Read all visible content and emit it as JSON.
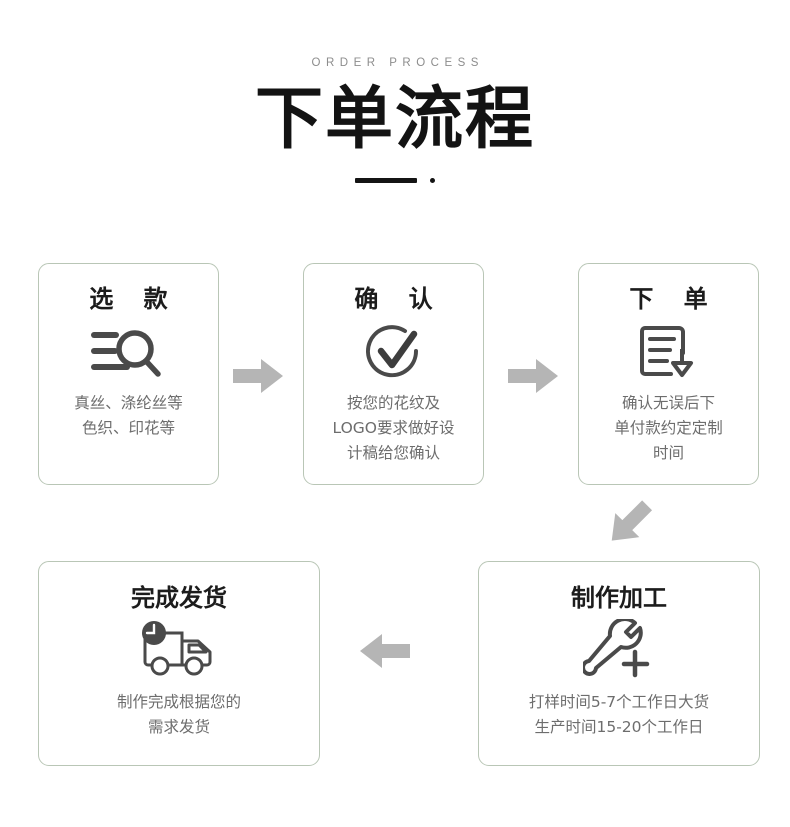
{
  "header": {
    "eyebrow": "ORDER PROCESS",
    "title": "下单流程"
  },
  "colors": {
    "card_border": "#b9c6b6",
    "title_text": "#1c1c1c",
    "body_text": "#6d6d6d",
    "eyebrow_text": "#8d8d8d",
    "icon_stroke": "#4a4a4a",
    "arrow_fill": "#b5b5b5"
  },
  "steps": [
    {
      "id": "select-style",
      "title": "选 款",
      "icon": "search-list-icon",
      "desc_lines": [
        "真丝、涤纶丝等",
        "色织、印花等"
      ]
    },
    {
      "id": "confirm",
      "title": "确 认",
      "icon": "check-circle-icon",
      "desc_lines": [
        "按您的花纹及",
        "LOGO要求做好设",
        "计稿给您确认"
      ]
    },
    {
      "id": "place-order",
      "title": "下 单",
      "icon": "document-download-icon",
      "desc_lines": [
        "确认无误后下",
        "单付款约定定制",
        "时间"
      ]
    },
    {
      "id": "production",
      "title": "制作加工",
      "icon": "wrench-plus-icon",
      "desc_lines": [
        "打样时间5-7个工作日大货",
        "生产时间15-20个工作日"
      ]
    },
    {
      "id": "shipping",
      "title": "完成发货",
      "icon": "truck-clock-icon",
      "desc_lines": [
        "制作完成根据您的",
        "需求发货"
      ]
    }
  ],
  "arrows": [
    {
      "id": "arrow-step1-step2",
      "direction": "right"
    },
    {
      "id": "arrow-step2-step3",
      "direction": "right"
    },
    {
      "id": "arrow-step3-step4",
      "direction": "down-left"
    },
    {
      "id": "arrow-step4-step5",
      "direction": "left"
    }
  ]
}
